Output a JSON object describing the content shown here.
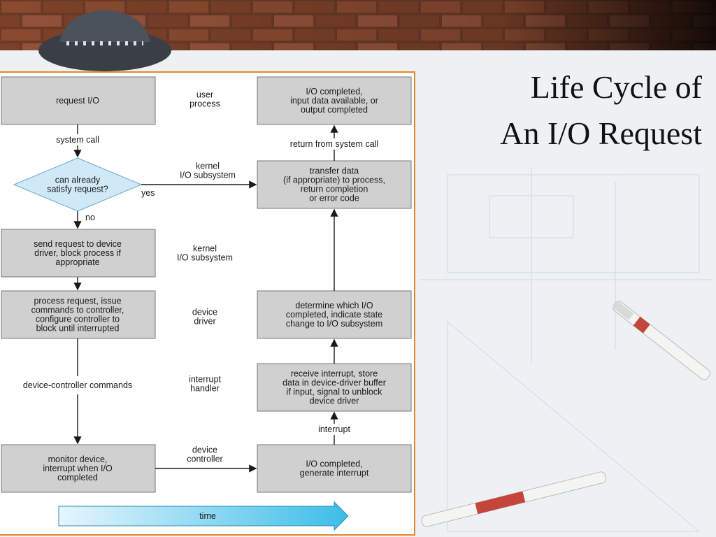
{
  "slide": {
    "title_line1": "Life Cycle of",
    "title_line2": "An I/O Request"
  },
  "diagram": {
    "left_column": {
      "request_io": "request I/O",
      "system_call": "system call",
      "decision": [
        "can already",
        "satisfy request?"
      ],
      "yes": "yes",
      "no": "no",
      "send_request": [
        "send request to device",
        "driver, block process if",
        "appropriate"
      ],
      "process_request": [
        "process request, issue",
        "commands to controller,",
        "configure controller to",
        "block until interrupted"
      ],
      "device_controller_commands": "device-controller commands",
      "monitor_device": [
        "monitor device,",
        "interrupt when I/O",
        "completed"
      ]
    },
    "middle_column": {
      "user_process": [
        "user",
        "process"
      ],
      "kernel_io_1": [
        "kernel",
        "I/O subsystem"
      ],
      "kernel_io_2": [
        "kernel",
        "I/O subsystem"
      ],
      "device_driver": [
        "device",
        "driver"
      ],
      "interrupt_handler": [
        "interrupt",
        "handler"
      ],
      "device_controller": [
        "device",
        "controller"
      ]
    },
    "right_column": {
      "io_completed_top": [
        "I/O completed,",
        "input data available, or",
        "output completed"
      ],
      "return_from_system_call": "return from system call",
      "transfer_data": [
        "transfer data",
        "(if appropriate) to process,",
        "return completion",
        "or error code"
      ],
      "determine_which": [
        "determine which I/O",
        "completed, indicate state",
        "change to I/O subsystem"
      ],
      "receive_interrupt": [
        "receive interrupt, store",
        "data in device-driver buffer",
        "if input, signal to unblock",
        "device driver"
      ],
      "interrupt": "interrupt",
      "io_completed_bottom": [
        "I/O completed,",
        "generate interrupt"
      ]
    },
    "time_label": "time"
  }
}
